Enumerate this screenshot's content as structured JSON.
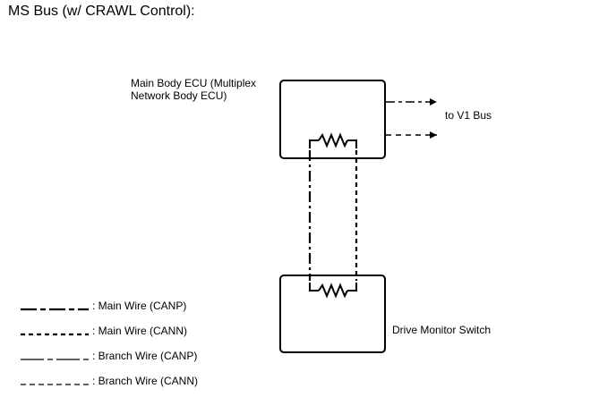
{
  "title": "MS Bus (w/ CRAWL Control):",
  "nodes": {
    "main_body_ecu": {
      "label_lines": [
        "Main Body ECU (Multiplex",
        "Network Body ECU)"
      ]
    },
    "drive_monitor_switch": {
      "label": "Drive Monitor Switch"
    }
  },
  "external_link": {
    "label": "to V1 Bus"
  },
  "legend": [
    {
      "style": "dash-dot-thick",
      "label": ": Main Wire (CANP)"
    },
    {
      "style": "dash-thick",
      "label": ": Main Wire (CANN)"
    },
    {
      "style": "dash-dot-thin",
      "label": ": Branch Wire (CANP)"
    },
    {
      "style": "dash-thin",
      "label": ": Branch Wire (CANN)"
    }
  ],
  "colors": {
    "line": "#000000",
    "background": "#ffffff"
  },
  "icons": [
    "resistor-icon",
    "arrow-right-icon"
  ]
}
